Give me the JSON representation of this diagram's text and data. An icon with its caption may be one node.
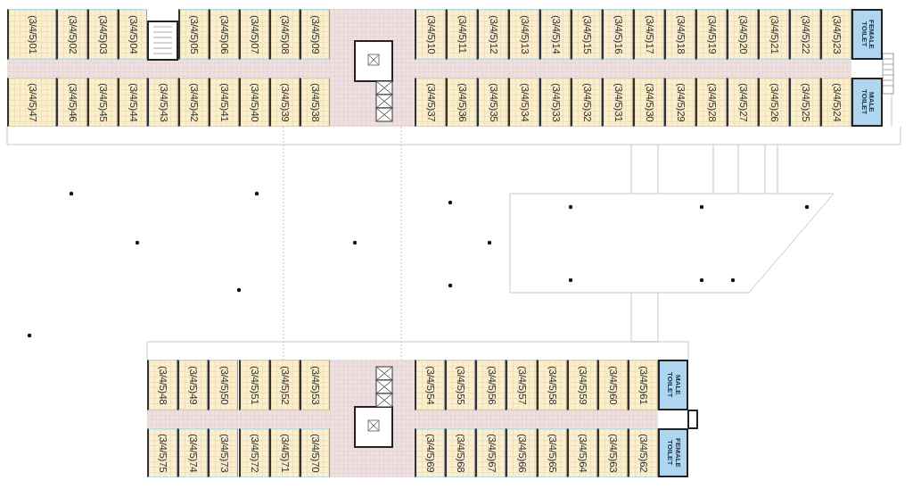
{
  "diagram": {
    "nodes": [
      {
        "text": [
          "(3/4/5)01"
        ]
      },
      {
        "text": [
          "(3/4/5)02"
        ]
      },
      {
        "text": [
          "(3/4/5)03"
        ]
      },
      {
        "text": [
          "(3/4/5)04"
        ]
      },
      {
        "text": [
          "(3/4/5)05"
        ]
      },
      {
        "text": [
          "(3/4/5)06"
        ]
      },
      {
        "text": [
          "(3/4/5)07"
        ]
      },
      {
        "text": [
          "(3/4/5)08"
        ]
      },
      {
        "text": [
          "(3/4/5)09"
        ]
      },
      {
        "text": [
          "(3/4/5)10"
        ]
      },
      {
        "text": [
          "(3/4/5)11"
        ]
      },
      {
        "text": [
          "(3/4/5)12"
        ]
      },
      {
        "text": [
          "(3/4/5)13"
        ]
      },
      {
        "text": [
          "(3/4/5)14"
        ]
      },
      {
        "text": [
          "(3/4/5)15"
        ]
      },
      {
        "text": [
          "(3/4/5)16"
        ]
      },
      {
        "text": [
          "(3/4/5)17"
        ]
      },
      {
        "text": [
          "(3/4/5)18"
        ]
      },
      {
        "text": [
          "(3/4/5)19"
        ]
      },
      {
        "text": [
          "(3/4/5)20"
        ]
      },
      {
        "text": [
          "(3/4/5)21"
        ]
      },
      {
        "text": [
          "(3/4/5)22"
        ]
      },
      {
        "text": [
          "(3/4/5)23"
        ]
      },
      {
        "text": [
          "FEMALE TOILET"
        ]
      },
      {
        "text": [
          "(3/4/5)47"
        ]
      },
      {
        "text": [
          "(3/4/5)46"
        ]
      },
      {
        "text": [
          "(3/4/5)45"
        ]
      },
      {
        "text": [
          "(3/4/5)44"
        ]
      },
      {
        "text": [
          "(3/4/5)43"
        ]
      },
      {
        "text": [
          "(3/4/5)42"
        ]
      },
      {
        "text": [
          "(3/4/5)41"
        ]
      },
      {
        "text": [
          "(3/4/5)40"
        ]
      },
      {
        "text": [
          "(3/4/5)39"
        ]
      },
      {
        "text": [
          "(3/4/5)38"
        ]
      },
      {
        "text": [
          "(3/4/5)37"
        ]
      },
      {
        "text": [
          "(3/4/5)36"
        ]
      },
      {
        "text": [
          "(3/4/5)35"
        ]
      },
      {
        "text": [
          "(3/4/5)34"
        ]
      },
      {
        "text": [
          "(3/4/5)33"
        ]
      },
      {
        "text": [
          "(3/4/5)32"
        ]
      },
      {
        "text": [
          "(3/4/5)31"
        ]
      },
      {
        "text": [
          "(3/4/5)30"
        ]
      },
      {
        "text": [
          "(3/4/5)29"
        ]
      },
      {
        "text": [
          "(3/4/5)28"
        ]
      },
      {
        "text": [
          "(3/4/5)27"
        ]
      },
      {
        "text": [
          "(3/4/5)26"
        ]
      },
      {
        "text": [
          "(3/4/5)25"
        ]
      },
      {
        "text": [
          "(3/4/5)24"
        ]
      },
      {
        "text": [
          "MALE TOILET"
        ]
      },
      {
        "text": [
          "(3/4/5)48"
        ]
      },
      {
        "text": [
          "(3/4/5)49"
        ]
      },
      {
        "text": [
          "(3/4/5)50"
        ]
      },
      {
        "text": [
          "(3/4/5)51"
        ]
      },
      {
        "text": [
          "(3/4/5)52"
        ]
      },
      {
        "text": [
          "(3/4/5)53"
        ]
      },
      {
        "text": [
          "(3/4/5)54"
        ]
      },
      {
        "text": [
          "(3/4/5)55"
        ]
      },
      {
        "text": [
          "(3/4/5)56"
        ]
      },
      {
        "text": [
          "(3/4/5)57"
        ]
      },
      {
        "text": [
          "(3/4/5)58"
        ]
      },
      {
        "text": [
          "(3/4/5)59"
        ]
      },
      {
        "text": [
          "(3/4/5)60"
        ]
      },
      {
        "text": [
          "(3/4/5)61"
        ]
      },
      {
        "text": [
          "MALE TOILET"
        ]
      },
      {
        "text": [
          "(3/4/5)75"
        ]
      },
      {
        "text": [
          "(3/4/5)74"
        ]
      },
      {
        "text": [
          "(3/4/5)73"
        ]
      },
      {
        "text": [
          "(3/4/5)72"
        ]
      },
      {
        "text": [
          "(3/4/5)71"
        ]
      },
      {
        "text": [
          "(3/4/5)70"
        ]
      },
      {
        "text": [
          "(3/4/5)69"
        ]
      },
      {
        "text": [
          "(3/4/5)68"
        ]
      },
      {
        "text": [
          "(3/4/5)67"
        ]
      },
      {
        "text": [
          "(3/4/5)66"
        ]
      },
      {
        "text": [
          "(3/4/5)65"
        ]
      },
      {
        "text": [
          "(3/4/5)64"
        ]
      },
      {
        "text": [
          "(3/4/5)63"
        ]
      },
      {
        "text": [
          "(3/4/5)62"
        ]
      },
      {
        "text": [
          "FEMALE TOILET"
        ]
      }
    ]
  }
}
